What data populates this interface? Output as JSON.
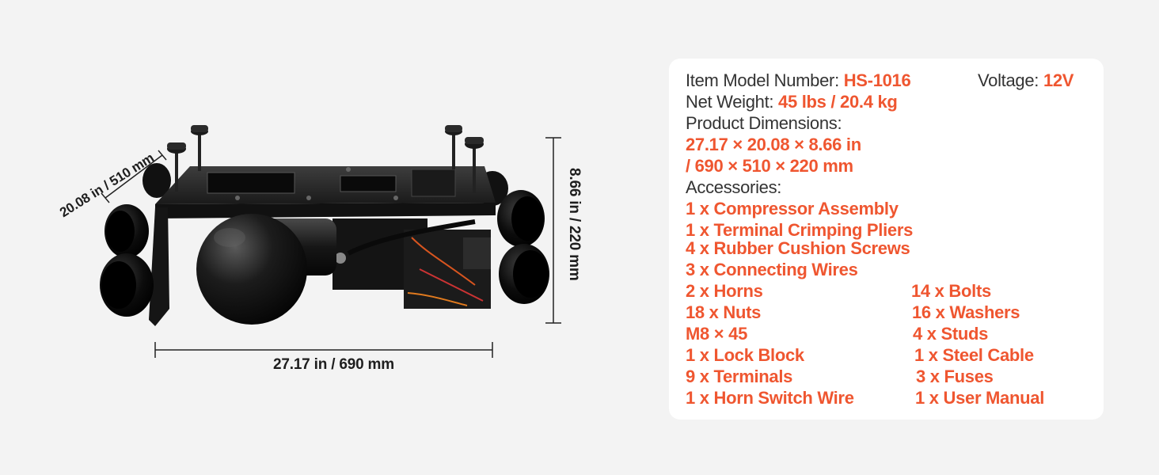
{
  "dimensions": {
    "width": "27.17 in / 690 mm",
    "depth": "20.08 in / 510 mm",
    "height": "8.66 in / 220 mm"
  },
  "specs": {
    "model_label": "Item Model Number: ",
    "model_value": "HS-1016",
    "voltage_label": "Voltage: ",
    "voltage_value": "12V",
    "weight_label": "Net Weight: ",
    "weight_value": "45 lbs / 20.4 kg",
    "dims_label": "Product Dimensions:",
    "dims_value_1": "27.17 × 20.08 × 8.66 in",
    "dims_value_2": "/ 690 × 510 × 220 mm",
    "accessories_label": "Accessories:"
  },
  "accessories_single": [
    "1 x Compressor Assembly",
    "1 x Terminal Crimping Pliers",
    "4 x Rubber Cushion Screws",
    "3 x Connecting Wires"
  ],
  "accessories_left": [
    "2 x Horns",
    "18 x Nuts",
    "M8 × 45",
    "1 x Lock Block",
    "9 x Terminals",
    "1 x Horn Switch Wire"
  ],
  "accessories_right": [
    "14 x Bolts",
    "16 x Washers",
    "4 x Studs",
    "1 x Steel Cable",
    "3 x Fuses",
    "1 x User Manual"
  ],
  "colors": {
    "accent": "#ef5630",
    "label": "#333333",
    "card": "#ffffff",
    "background": "#f3f3f3"
  }
}
